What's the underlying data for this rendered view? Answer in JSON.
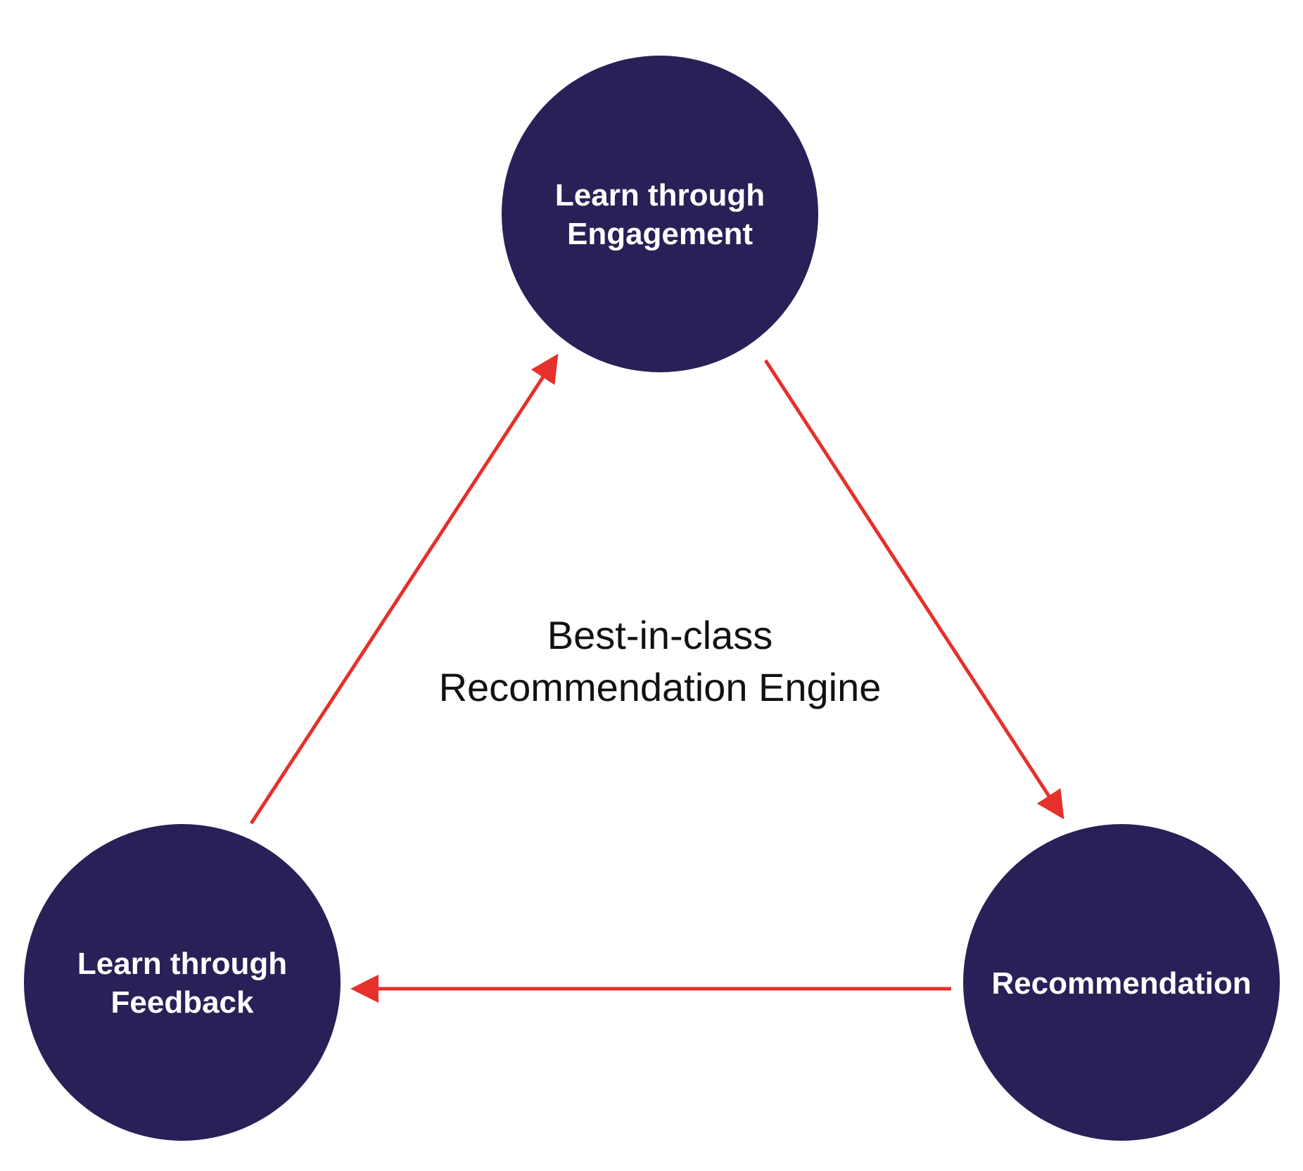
{
  "colors": {
    "node_fill": "#282157",
    "node_text": "#ffffff",
    "arrow": "#e5302b",
    "center_text": "#111111",
    "background": "#ffffff"
  },
  "center": {
    "line1": "Best-in-class",
    "line2": "Recommendation Engine"
  },
  "nodes": {
    "engagement": {
      "line1": "Learn through",
      "line2": "Engagement"
    },
    "recommendation": {
      "line1": "Recommendation"
    },
    "feedback": {
      "line1": "Learn through",
      "line2": "Feedback"
    }
  },
  "edges": [
    {
      "from": "engagement",
      "to": "recommendation"
    },
    {
      "from": "recommendation",
      "to": "feedback"
    },
    {
      "from": "feedback",
      "to": "engagement"
    }
  ]
}
